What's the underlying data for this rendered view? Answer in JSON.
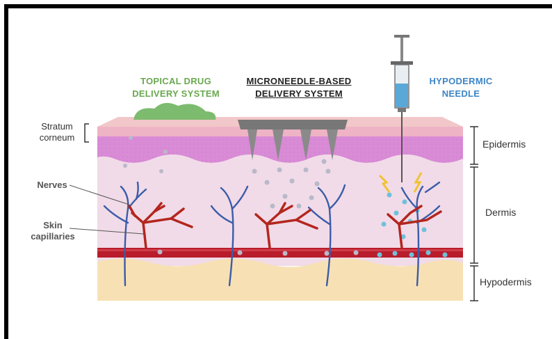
{
  "headings": {
    "topical": [
      "TOPICAL DRUG",
      "DELIVERY SYSTEM"
    ],
    "microneedle": [
      "MICRONEEDLE-BASED",
      "DELIVERY SYSTEM"
    ],
    "hypodermic": [
      "HYPODERMIC",
      "NEEDLE"
    ]
  },
  "left_labels": {
    "stratum": [
      "Stratum",
      "corneum"
    ],
    "nerves": "Nerves",
    "capillaries": [
      "Skin",
      "capillaries"
    ]
  },
  "layers": {
    "epidermis": "Epidermis",
    "dermis": "Dermis",
    "hypodermis": "Hypodermis"
  },
  "colors": {
    "topical": "#6aa84f",
    "microneedle": "#333333",
    "hypodermic": "#3d85c6"
  }
}
